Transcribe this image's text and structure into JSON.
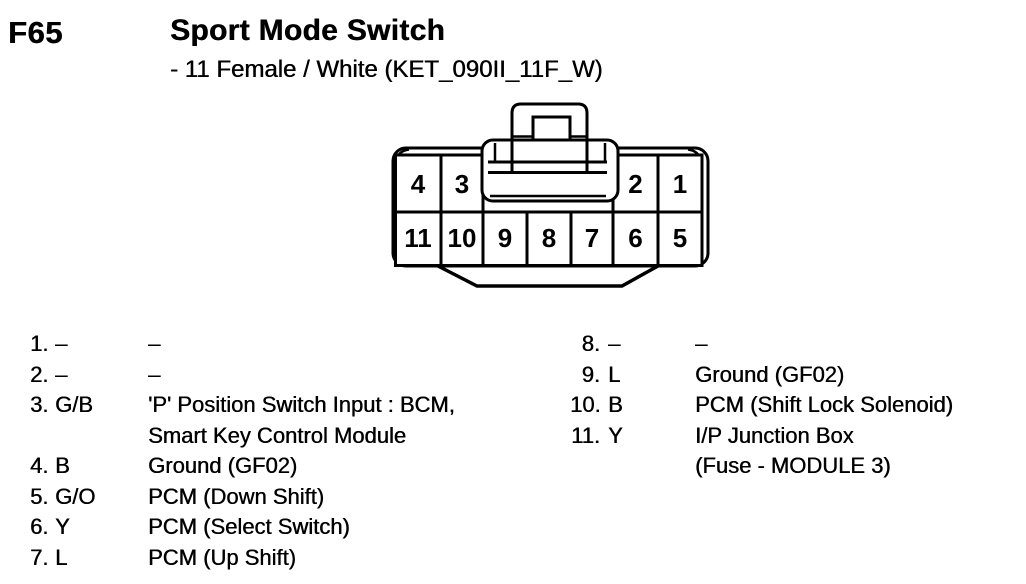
{
  "page": {
    "background": "#ffffff",
    "ink": "#000000"
  },
  "header": {
    "connector_id": "F65",
    "title": "Sport Mode Switch",
    "spec": "- 11 Female / White (KET_090II_11F_W)"
  },
  "connector": {
    "description": "11-cavity female connector, face view",
    "pins_top": [
      "4",
      "3",
      "2",
      "1"
    ],
    "pins_bottom": [
      "11",
      "10",
      "9",
      "8",
      "7",
      "6",
      "5"
    ]
  },
  "pin_list": {
    "left": [
      {
        "pin": "1.",
        "color": "–",
        "desc": [
          "–"
        ]
      },
      {
        "pin": "2.",
        "color": "–",
        "desc": [
          "–"
        ]
      },
      {
        "pin": "3.",
        "color": "G/B",
        "desc": [
          "'P' Position Switch Input : BCM,",
          "Smart Key Control Module"
        ]
      },
      {
        "pin": "4.",
        "color": "B",
        "desc": [
          "Ground (GF02)"
        ]
      },
      {
        "pin": "5.",
        "color": "G/O",
        "desc": [
          "PCM (Down Shift)"
        ]
      },
      {
        "pin": "6.",
        "color": "Y",
        "desc": [
          "PCM (Select Switch)"
        ]
      },
      {
        "pin": "7.",
        "color": "L",
        "desc": [
          "PCM (Up Shift)"
        ]
      }
    ],
    "right": [
      {
        "pin": "8.",
        "color": "–",
        "desc": [
          "–"
        ]
      },
      {
        "pin": "9.",
        "color": "L",
        "desc": [
          "Ground (GF02)"
        ]
      },
      {
        "pin": "10.",
        "color": "B",
        "desc": [
          "PCM (Shift Lock Solenoid)"
        ]
      },
      {
        "pin": "11.",
        "color": "Y",
        "desc": [
          "I/P Junction Box",
          "(Fuse - MODULE 3)"
        ]
      }
    ]
  }
}
